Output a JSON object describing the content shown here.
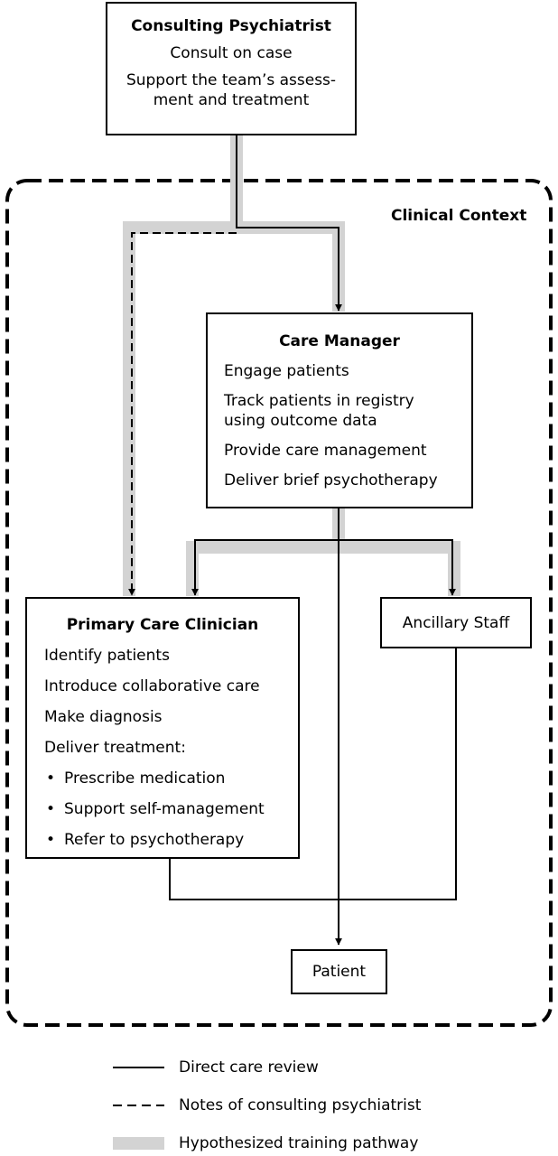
{
  "consulting_psychiatrist": {
    "title": "Consulting Psychiatrist",
    "lines": [
      "Consult on case",
      "Support the team’s assess-\nment and treatment"
    ]
  },
  "clinical_context": {
    "label": "Clinical Context"
  },
  "care_manager": {
    "title": "Care Manager",
    "lines": [
      "Engage patients",
      "Track patients in registry\nusing outcome data",
      "Provide care management",
      "Deliver brief psychotherapy"
    ]
  },
  "primary_care_clinician": {
    "title": "Primary Care Clinician",
    "lines": [
      "Identify patients",
      "Introduce collaborative care",
      "Make diagnosis",
      "Deliver treatment:"
    ],
    "bullets": [
      "Prescribe medication",
      "Support self-management",
      "Refer to psychotherapy"
    ]
  },
  "ancillary_staff": {
    "label": "Ancillary Staff"
  },
  "patient": {
    "label": "Patient"
  },
  "legend": {
    "items": [
      {
        "style": "solid",
        "label": "Direct care review"
      },
      {
        "style": "dashed",
        "label": "Notes of consulting psychiatrist"
      },
      {
        "style": "gray",
        "label": "Hypothesized training pathway"
      }
    ]
  },
  "colors": {
    "line": "#000000",
    "training_pathway": "#d3d3d3"
  }
}
